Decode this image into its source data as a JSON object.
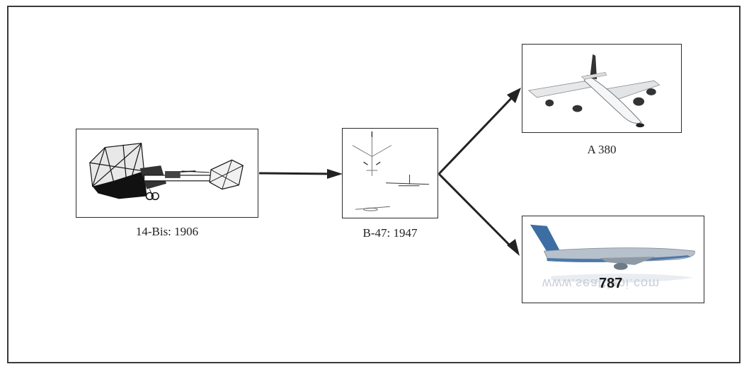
{
  "nodes": {
    "fourteen_bis": {
      "caption": "14-Bis: 1906"
    },
    "b47": {
      "caption": "B-47: 1947"
    },
    "a380": {
      "caption": "A 380"
    },
    "b787": {
      "label": "787",
      "reflection_text": "www.seattlepi.com"
    }
  },
  "edges": [
    {
      "from": "14-Bis: 1906",
      "to": "B-47: 1947"
    },
    {
      "from": "B-47: 1947",
      "to": "A 380"
    },
    {
      "from": "B-47: 1947",
      "to": "787"
    }
  ]
}
